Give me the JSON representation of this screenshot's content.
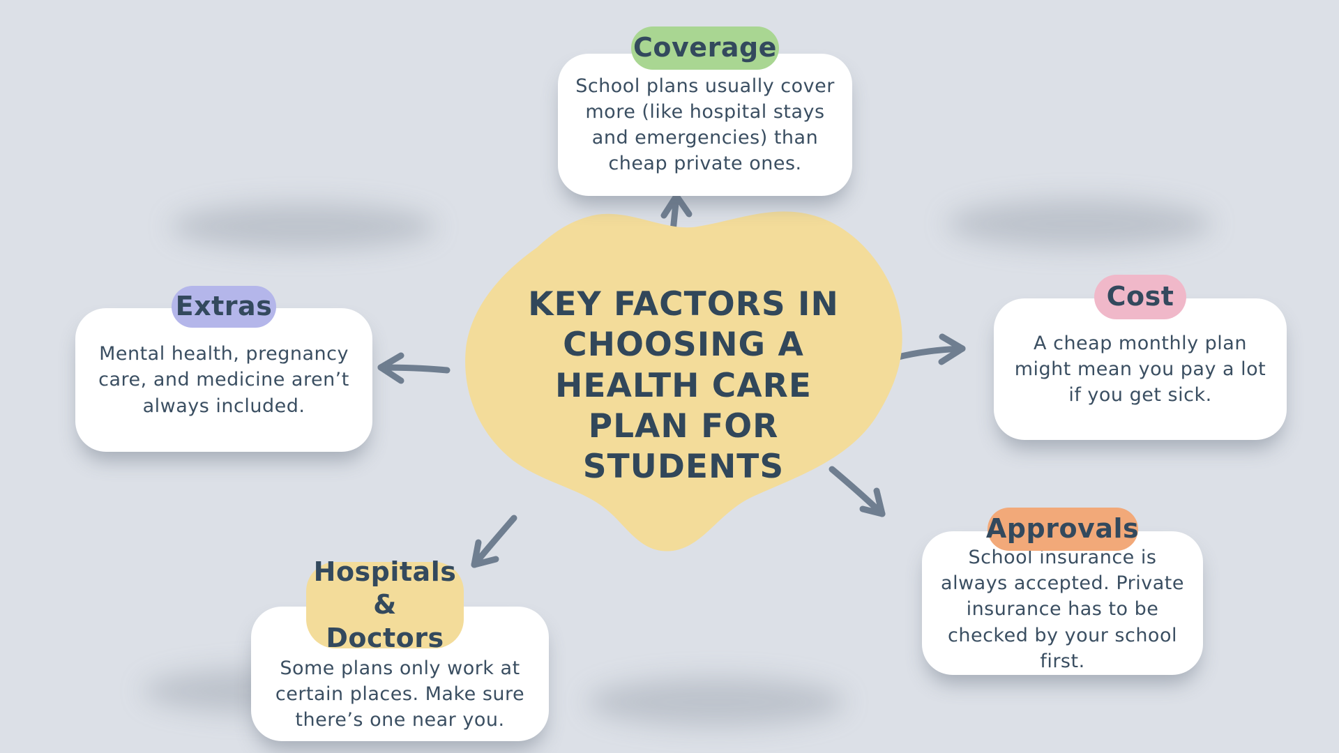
{
  "central": {
    "title": "KEY FACTORS IN\nCHOOSING A\nHEALTH CARE\nPLAN FOR\nSTUDENTS",
    "fill": "#f3dc9a",
    "text_color": "#31475a"
  },
  "nodes": [
    {
      "id": "coverage",
      "label": "Coverage",
      "badge_color": "#a9d692",
      "body": "School plans usually cover\nmore (like hospital stays\nand emergencies) than\ncheap private ones."
    },
    {
      "id": "cost",
      "label": "Cost",
      "badge_color": "#f0b8c9",
      "body": "A cheap monthly plan\nmight mean you pay a lot\nif you get sick."
    },
    {
      "id": "approvals",
      "label": "Approvals",
      "badge_color": "#f2a979",
      "body": "School insurance is\nalways accepted. Private\ninsurance has to be\nchecked by your school\nfirst."
    },
    {
      "id": "hospitals",
      "label": "Hospitals &\nDoctors",
      "badge_color": "#f3dc9a",
      "body": "Some plans only work at\ncertain places. Make sure\nthere’s one near you."
    },
    {
      "id": "extras",
      "label": "Extras",
      "badge_color": "#b4b6ea",
      "body": "Mental health, pregnancy\ncare, and medicine aren’t\nalways included."
    }
  ],
  "edges": [
    {
      "from": "center",
      "to": "coverage"
    },
    {
      "from": "center",
      "to": "cost"
    },
    {
      "from": "center",
      "to": "approvals"
    },
    {
      "from": "center",
      "to": "hospitals"
    },
    {
      "from": "center",
      "to": "extras"
    }
  ],
  "colors": {
    "background": "#dce0e7",
    "card": "#ffffff",
    "body_text": "#3a4e61",
    "arrow": "#6f7e90"
  }
}
